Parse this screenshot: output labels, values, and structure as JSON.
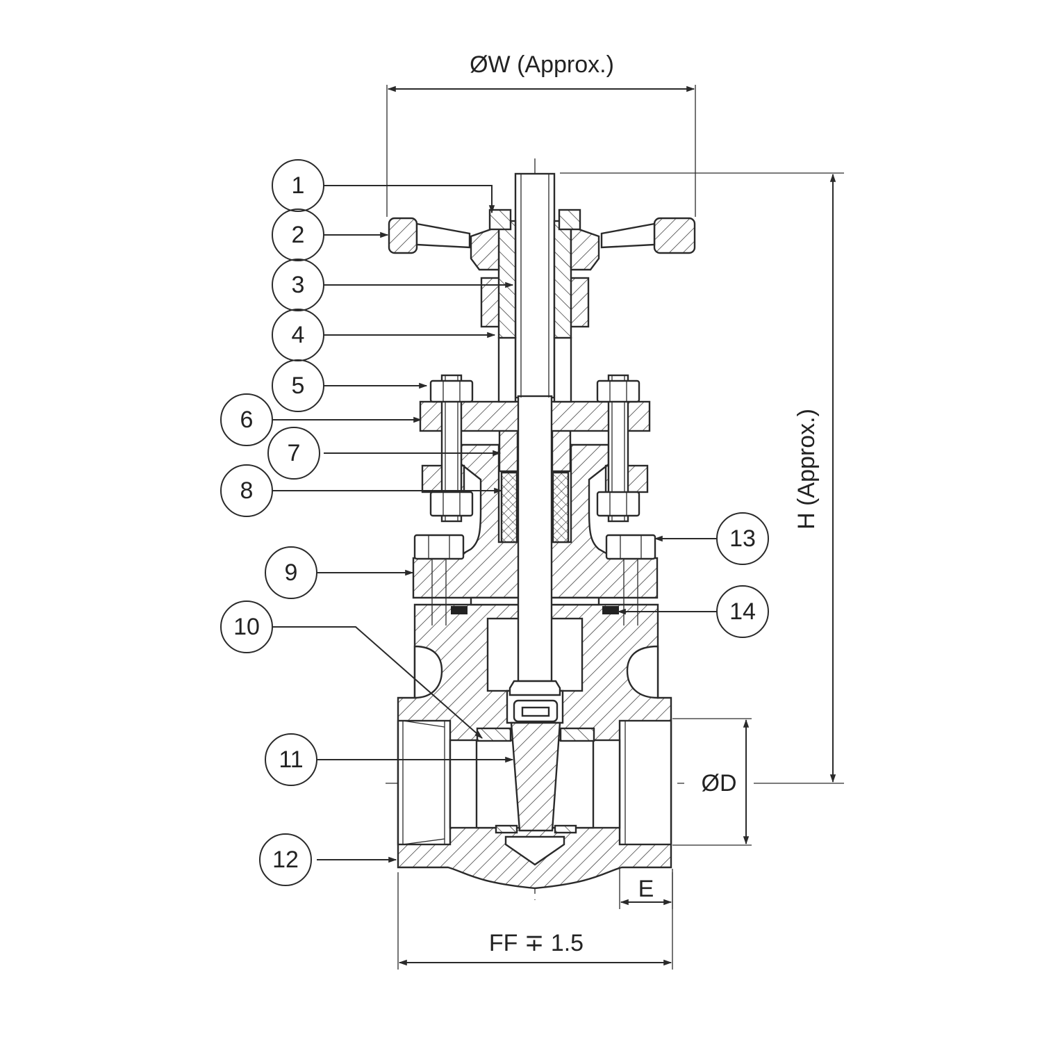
{
  "dimensions": {
    "width_label": "ØW (Approx.)",
    "height_label": "H (Approx.)",
    "bore_label": "ØD",
    "end_label": "E",
    "face_label": "FF ∓ 1.5"
  },
  "callouts": [
    {
      "id": "c1",
      "label": "1"
    },
    {
      "id": "c2",
      "label": "2"
    },
    {
      "id": "c3",
      "label": "3"
    },
    {
      "id": "c4",
      "label": "4"
    },
    {
      "id": "c5",
      "label": "5"
    },
    {
      "id": "c6",
      "label": "6"
    },
    {
      "id": "c7",
      "label": "7"
    },
    {
      "id": "c8",
      "label": "8"
    },
    {
      "id": "c9",
      "label": "9"
    },
    {
      "id": "c10",
      "label": "10"
    },
    {
      "id": "c11",
      "label": "11"
    },
    {
      "id": "c12",
      "label": "12"
    },
    {
      "id": "c13",
      "label": "13"
    },
    {
      "id": "c14",
      "label": "14"
    }
  ],
  "colors": {
    "line": "#2a2a2a",
    "background": "#ffffff"
  }
}
